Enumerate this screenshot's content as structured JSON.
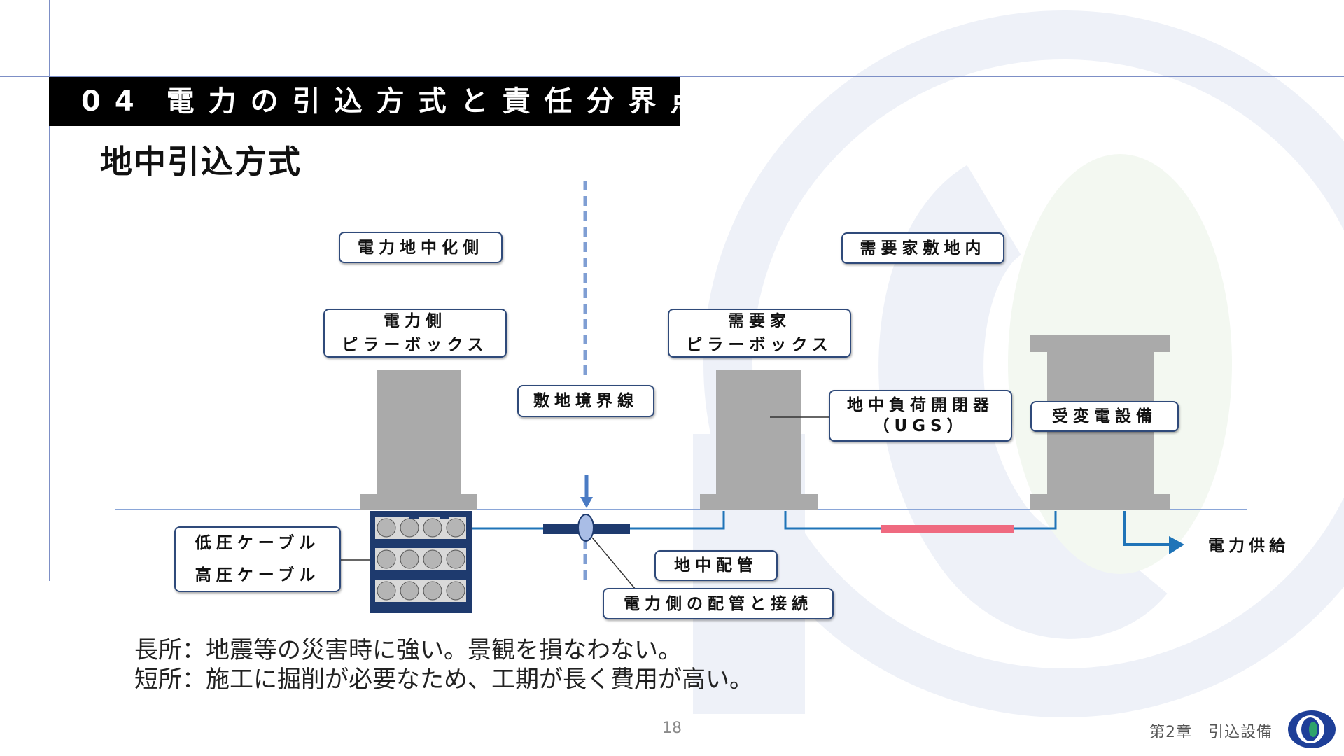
{
  "header": {
    "section_number": "04",
    "section_title": "電力の引込方式と責任分界点",
    "subtitle": "地中引込方式"
  },
  "diagram": {
    "label_power_side_area": "電力地中化側",
    "label_customer_area": "需要家敷地内",
    "label_power_pillar_line1": "電力側",
    "label_power_pillar_line2": "ピラーボックス",
    "label_customer_pillar_line1": "需要家",
    "label_customer_pillar_line2": "ピラーボックス",
    "label_boundary": "敷地境界線",
    "label_ugs_line1": "地中負荷開閉器",
    "label_ugs_line2": "（UGS）",
    "label_substation": "受変電設備",
    "label_low_voltage": "低圧ケーブル",
    "label_high_voltage": "高圧ケーブル",
    "label_underground_pipe": "地中配管",
    "label_connection": "電力側の配管と接続",
    "label_supply": "電力供給",
    "colors": {
      "box_gray": "#aaaaaa",
      "conduit_navy": "#1e3a6e",
      "pipe_blue": "#1f74b8",
      "cable_pink": "#ef6a80",
      "boundary_dash": "#7f9ed3",
      "ground_line": "#8aa6d8"
    }
  },
  "notes": {
    "merits": "長所：地震等の災害時に強い。景観を損なわない。",
    "demerits": "短所：施工に掘削が必要なため、工期が長く費用が高い。"
  },
  "footer": {
    "page_number": "18",
    "chapter": "第2章　引込設備",
    "logo_icon": "company-logo-icon"
  }
}
